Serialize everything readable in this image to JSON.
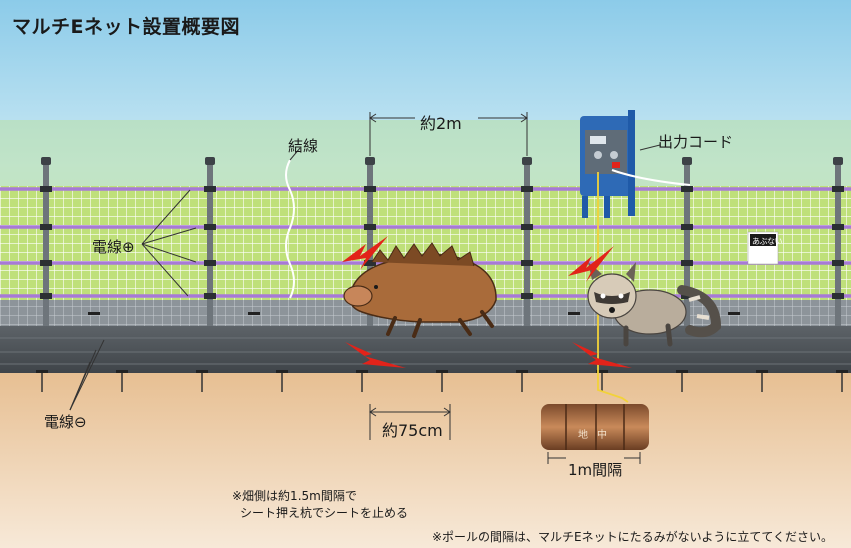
{
  "diagram": {
    "title": "マルチEネット設置概要図",
    "labels": {
      "post_spacing": "約2m",
      "binding_wire": "結線",
      "output_cord": "出力コード",
      "wire_plus": "電線⊕",
      "wire_minus": "電線⊖",
      "stake_depth": "約75cm",
      "underground": "地中",
      "ground_rod_spacing": "1m間隔",
      "danger_sign": "あぶない"
    },
    "notes": {
      "field_side_line1": "※畑側は約1.5m間隔で",
      "field_side_line2": "シート押え杭でシートを止める",
      "pole_spacing": "※ポールの間隔は、マルチEネットにたるみがないように立ててください。"
    },
    "colors": {
      "sky": "#9fd3ec",
      "net_green": "#bfe07a",
      "wire_purple": "#a77ad6",
      "sheet_gray": "#4d5358",
      "soil": "#e8c7a1",
      "energizer_blue": "#2e6ab6",
      "shock_red": "#e2231a"
    }
  }
}
